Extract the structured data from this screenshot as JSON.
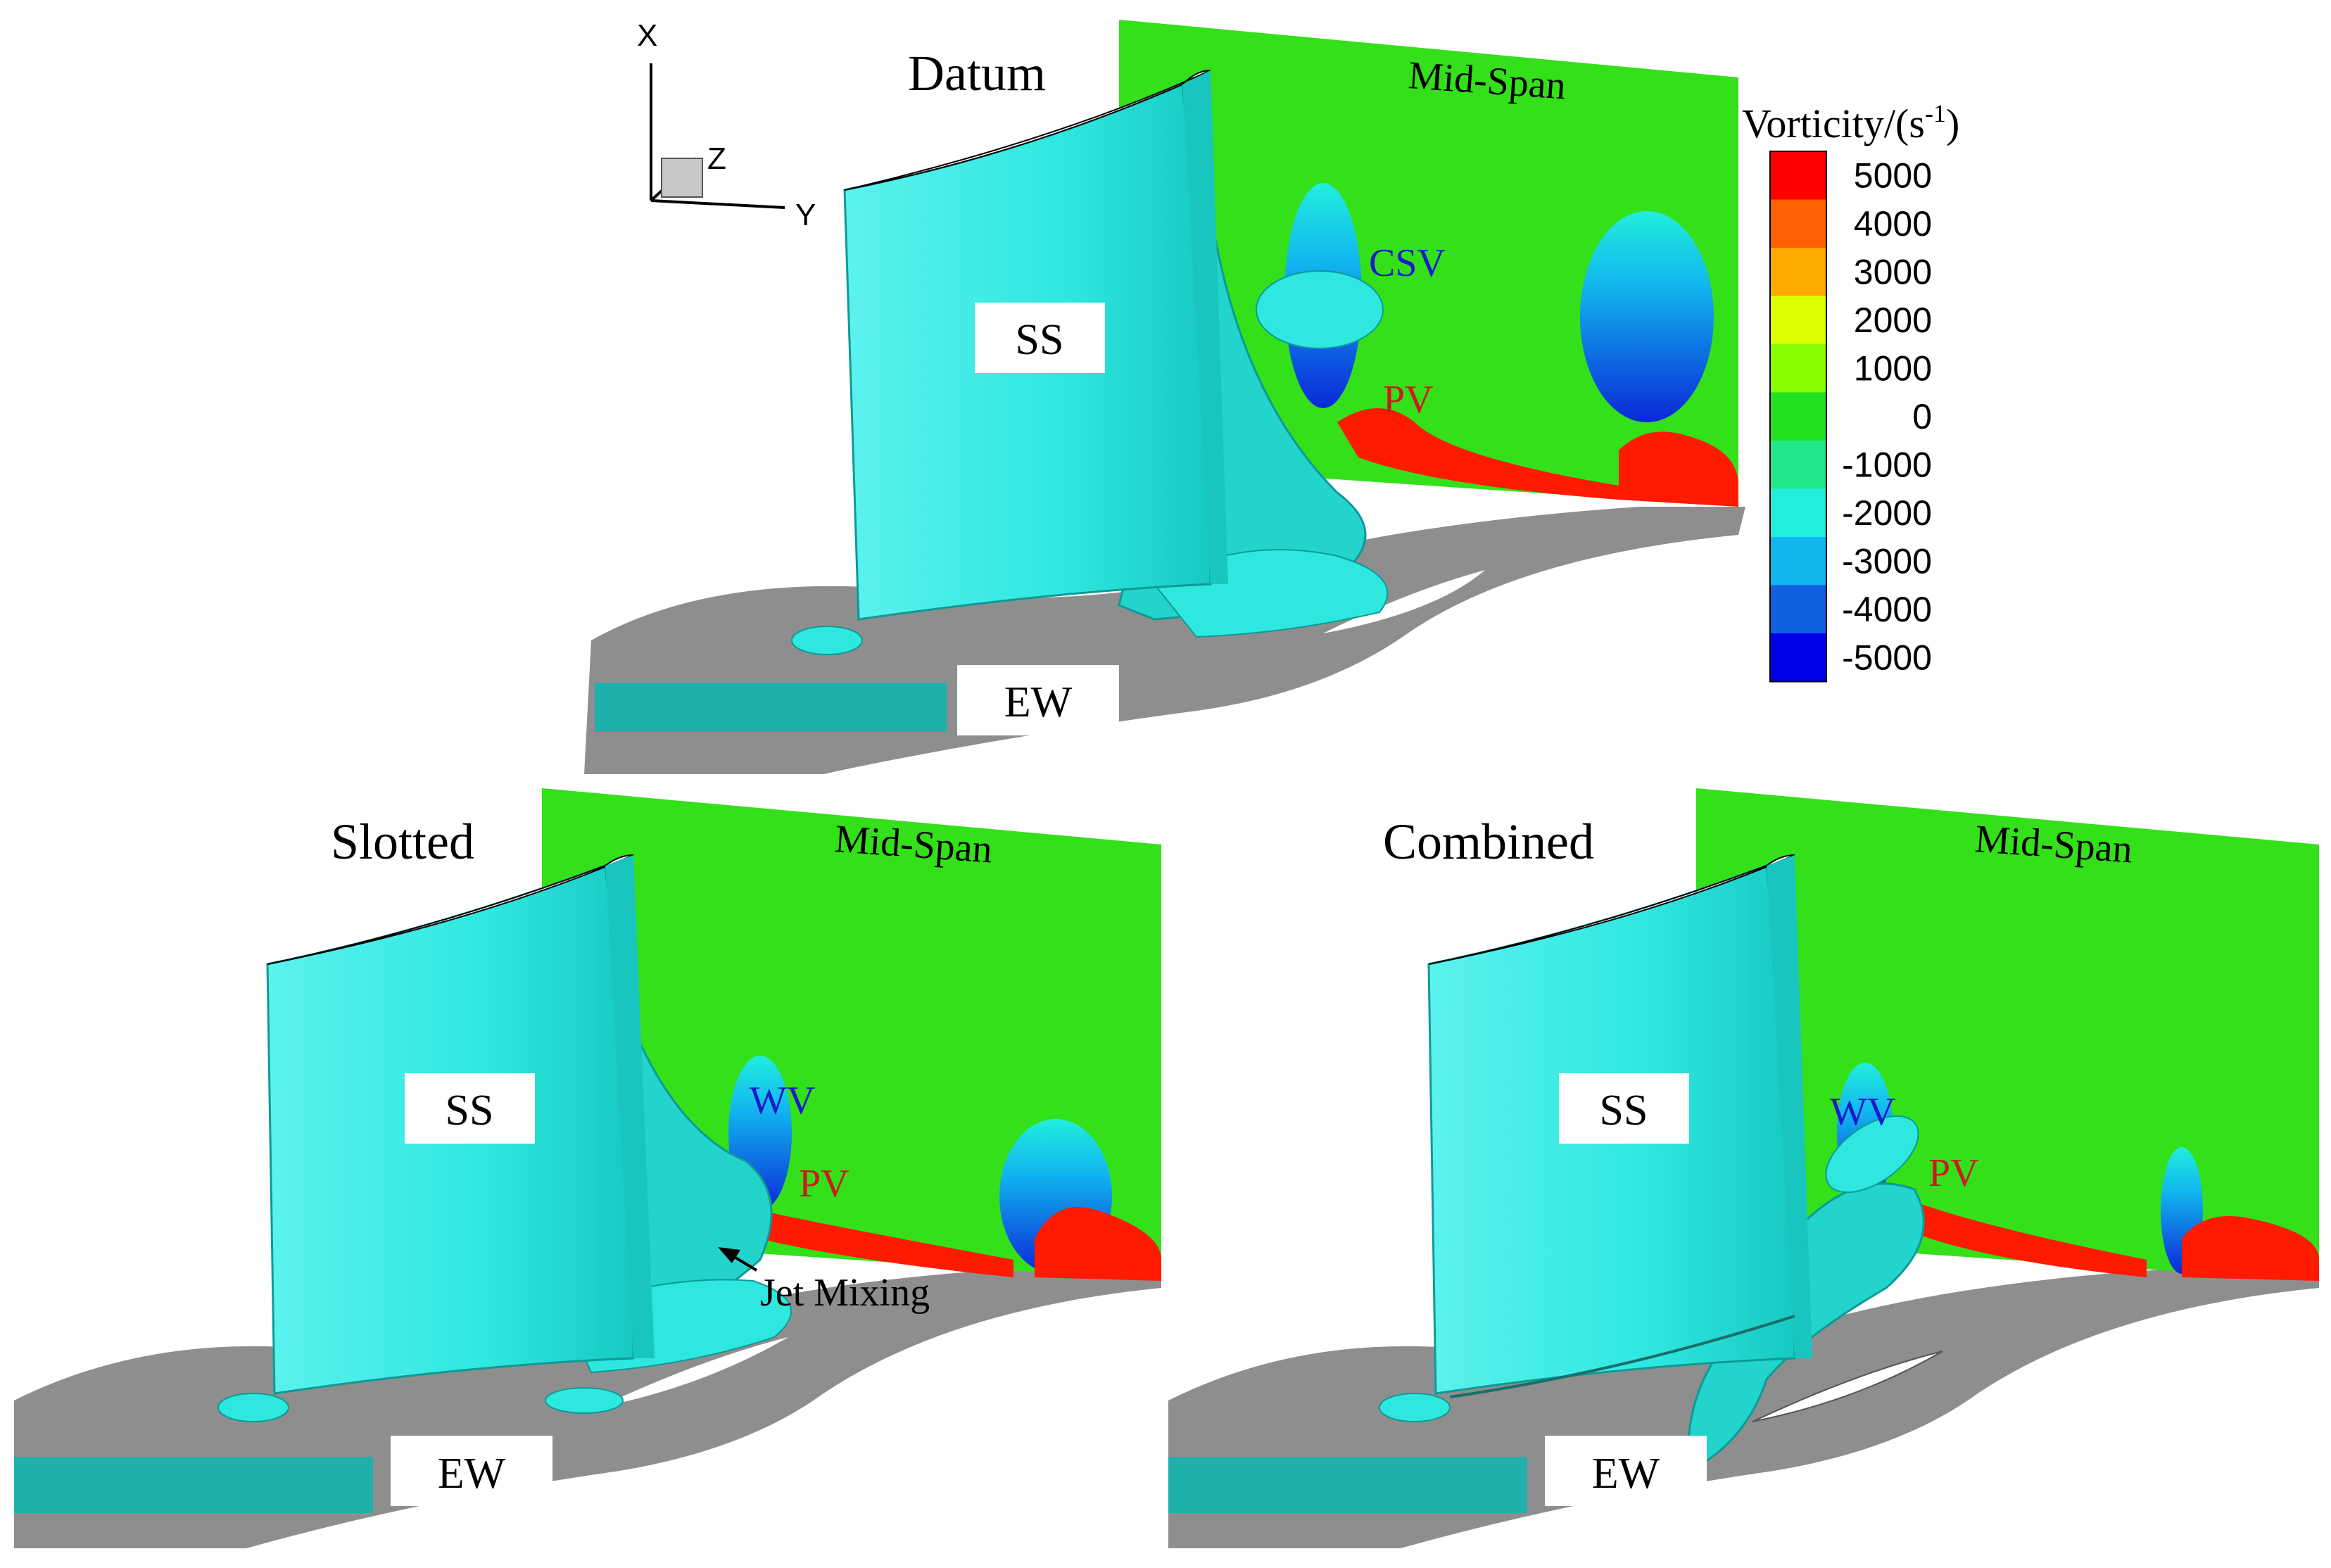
{
  "panels": [
    {
      "title": "Datum",
      "midspan_label": "Mid-Span",
      "ss_label": "SS",
      "ew_label": "EW",
      "annotations": [
        {
          "text": "CSV",
          "color": "#1a1acc"
        },
        {
          "text": "PV",
          "color": "#cc1a1a"
        }
      ]
    },
    {
      "title": "Slotted",
      "midspan_label": "Mid-Span",
      "ss_label": "SS",
      "ew_label": "EW",
      "annotations": [
        {
          "text": "WV",
          "color": "#1a1acc"
        },
        {
          "text": "PV",
          "color": "#cc1a1a"
        },
        {
          "text": "Jet Mixing",
          "color": "#000000"
        }
      ]
    },
    {
      "title": "Combined",
      "midspan_label": "Mid-Span",
      "ss_label": "SS",
      "ew_label": "EW",
      "annotations": [
        {
          "text": "WV",
          "color": "#1a1acc"
        },
        {
          "text": "PV",
          "color": "#cc1a1a"
        }
      ]
    }
  ],
  "axes_triad": {
    "x": "X",
    "y": "Y",
    "z": "Z"
  },
  "colorbar": {
    "title": "Vorticity/(s",
    "title_sup": "-1",
    "title_close": ")",
    "levels": [
      {
        "value": "5000",
        "color": "#ff0000"
      },
      {
        "value": "4000",
        "color": "#ff6000"
      },
      {
        "value": "3000",
        "color": "#ffaa00"
      },
      {
        "value": "2000",
        "color": "#ddff00"
      },
      {
        "value": "1000",
        "color": "#88ff00"
      },
      {
        "value": "0",
        "color": "#22e022"
      },
      {
        "value": "-1000",
        "color": "#20e88a"
      },
      {
        "value": "-2000",
        "color": "#22eedd"
      },
      {
        "value": "-3000",
        "color": "#11b6ee"
      },
      {
        "value": "-4000",
        "color": "#1160e0"
      },
      {
        "value": "-5000",
        "color": "#0000e8"
      }
    ]
  },
  "colors": {
    "blade": "#2ee8e0",
    "blade_edge": "#0e9a96",
    "endwall": "#8e8e8e",
    "midspan_bg": "#33e01a",
    "red_vortex": "#ff1a00",
    "blue_vortex": "#0a28d8"
  }
}
